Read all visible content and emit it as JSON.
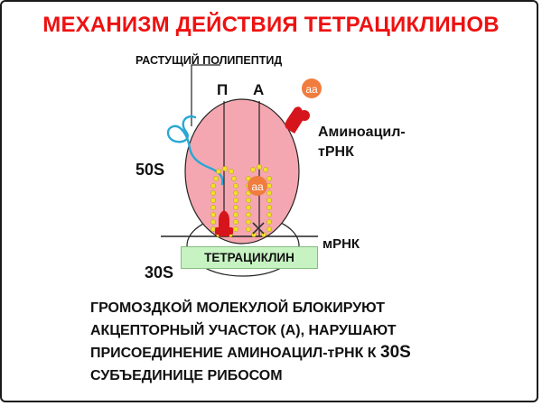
{
  "title": "МЕХАНИЗМ ДЕЙСТВИЯ ТЕТРАЦИКЛИНОВ",
  "diagram": {
    "growing_polypeptide": "РАСТУЩИЙ ПОЛИПЕПТИД",
    "site_p": "П",
    "site_a": "А",
    "subunit_large": "50S",
    "subunit_small": "30S",
    "aminoacyl_trna_line1": "Аминоацил-",
    "aminoacyl_trna_line2": "тРНК",
    "amino_acid": "aa",
    "mrna": "мРНК",
    "tetracycline": "ТЕТРАЦИКЛИН"
  },
  "caption": {
    "line1": "ГРОМОЗДКОЙ МОЛЕКУЛОЙ БЛОКИРУЮТ",
    "line2": "АКЦЕПТОРНЫЙ УЧАСТОК (А), НАРУШАЮТ",
    "line3_prefix": "ПРИСОЕДИНЕНИЕ АМИНОАЦИЛ-тРНК К ",
    "line3_emph": "30S",
    "line4": "СУБЪЕДИНИЦЕ РИБОСОМ"
  },
  "colors": {
    "title": "#ee1111",
    "large_subunit": "#f4a7b0",
    "trna": "#d6141c",
    "amino_acid": "#f07c3e",
    "dots": "#f1e02b",
    "tetracycline_box": "#c7f2c2",
    "polypeptide": "#2aa7d6"
  }
}
